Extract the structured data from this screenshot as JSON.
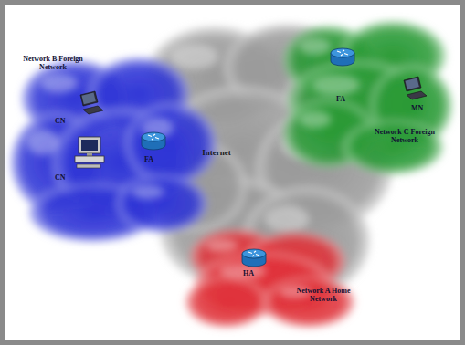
{
  "diagram": {
    "nodes": [
      {
        "text": [
          "Network B Foreign Network"
        ]
      },
      {
        "text": [
          "Internet"
        ]
      },
      {
        "text": [
          "Network C Foreign Network"
        ]
      },
      {
        "text": [
          "Network A Home Network"
        ]
      }
    ],
    "labels": [
      "CN",
      "CN",
      "FA",
      "FA",
      "MN",
      "HA"
    ]
  }
}
